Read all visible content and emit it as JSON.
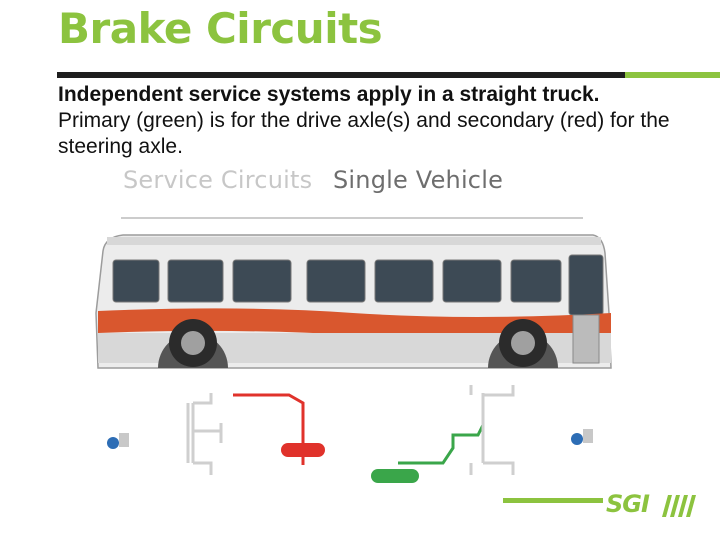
{
  "slide": {
    "title": "Brake Circuits",
    "body_line_1": "Independent service systems apply in a straight truck.",
    "body_line_2": "Primary (green) is for the drive axle(s) and secondary (red) for the steering axle."
  },
  "figure": {
    "caption_left": "Service Circuits",
    "caption_right": "Single Vehicle",
    "primary_color": "#3aa64a",
    "secondary_color": "#e0322b"
  },
  "brand": {
    "logo_text": "SGI",
    "accent": "#8cc33f"
  }
}
